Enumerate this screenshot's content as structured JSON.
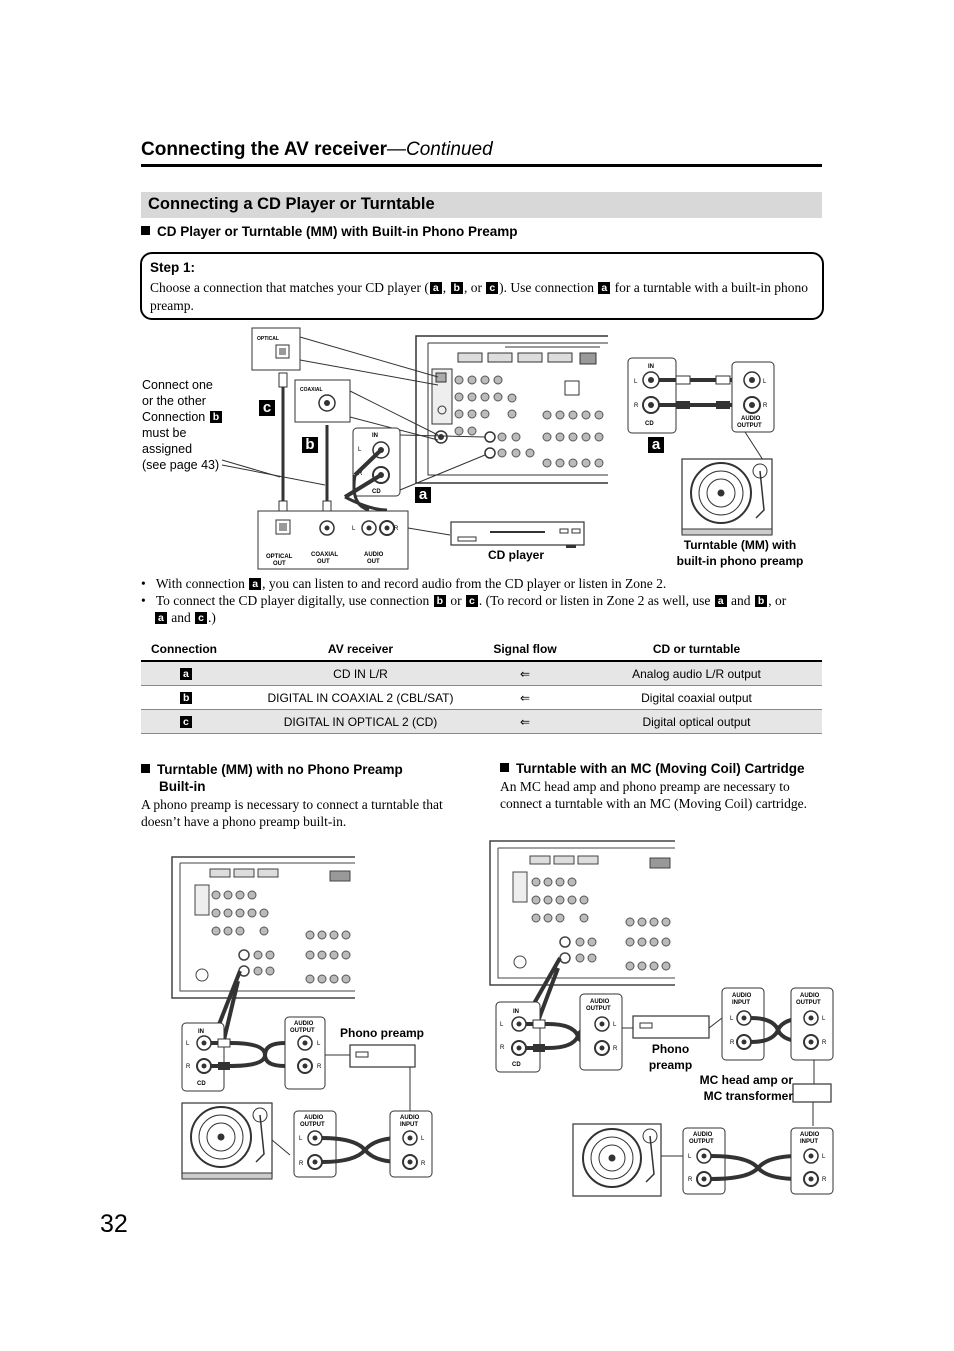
{
  "page": {
    "header_title": "Connecting the AV receiver",
    "header_continued": "—Continued",
    "section_title": "Connecting a CD Player or Turntable",
    "page_number": "32"
  },
  "sub1": {
    "title": "CD Player or Turntable (MM) with Built-in Phono Preamp"
  },
  "step": {
    "title": "Step 1:",
    "t1": "Choose a connection that matches your CD player (",
    "t2": ", ",
    "t3": ", or ",
    "t4": "). Use connection ",
    "t5": " for a turntable with a built-in phono preamp."
  },
  "letters": {
    "a": "a",
    "b": "b",
    "c": "c"
  },
  "diagram1": {
    "note_lines": [
      "Connect one",
      "or the other",
      "Connection",
      "must be",
      "assigned",
      "(see page 43)"
    ],
    "cd_player_label": "CD player",
    "turntable_label": [
      "Turntable (MM) with",
      "built-in phono preamp"
    ],
    "optical": "OPTICAL",
    "coaxial": "COAXIAL",
    "in": "IN",
    "cd": "CD",
    "audio_output": [
      "AUDIO",
      "OUTPUT"
    ],
    "optical_out": [
      "OPTICAL",
      "OUT"
    ],
    "coaxial_out": [
      "COAXIAL",
      "OUT"
    ],
    "audio_out": [
      "AUDIO",
      "OUT"
    ],
    "l": "L",
    "r": "R"
  },
  "bullets": {
    "b1_a": "With connection ",
    "b1_b": ", you can listen to and record audio from the CD player or listen in Zone 2.",
    "b2_a": "To connect the CD player digitally, use connection ",
    "b2_b": " or ",
    "b2_c": ". (To record or listen in Zone 2 as well, use ",
    "b2_d": " and ",
    "b2_e": ", or",
    "b3_a": " and ",
    "b3_b": ".)"
  },
  "table": {
    "headers": [
      "Connection",
      "AV receiver",
      "Signal flow",
      "CD or turntable"
    ],
    "rows": [
      {
        "letter": "a",
        "receiver": "CD IN L/R",
        "flow": "⇐",
        "device": "Analog audio L/R output"
      },
      {
        "letter": "b",
        "receiver": "DIGITAL IN COAXIAL 2 (CBL/SAT)",
        "flow": "⇐",
        "device": "Digital coaxial output"
      },
      {
        "letter": "c",
        "receiver": "DIGITAL IN OPTICAL 2 (CD)",
        "flow": "⇐",
        "device": "Digital optical output"
      }
    ]
  },
  "sub2": {
    "title1": "Turntable (MM) with no Phono Preamp",
    "title2": "Built-in",
    "body1": "A phono preamp is necessary to connect a turntable that",
    "body2": "doesn’t have a phono preamp built-in."
  },
  "sub3": {
    "title": "Turntable with an MC (Moving Coil) Cartridge",
    "body1": "An MC head amp and phono preamp are necessary to",
    "body2": "connect a turntable with an MC (Moving Coil) cartridge."
  },
  "diagram2": {
    "phono_preamp": "Phono preamp",
    "in": "IN",
    "cd": "CD",
    "audio_output": [
      "AUDIO",
      "OUTPUT"
    ],
    "audio_input": [
      "AUDIO",
      "INPUT"
    ],
    "l": "L",
    "r": "R"
  },
  "diagram3": {
    "phono_preamp": [
      "Phono",
      "preamp"
    ],
    "mc_head_amp": [
      "MC head amp or",
      "MC transformer"
    ],
    "in": "IN",
    "cd": "CD",
    "audio_output": [
      "AUDIO",
      "OUTPUT"
    ],
    "audio_input": [
      "AUDIO",
      "INPUT"
    ],
    "l": "L",
    "r": "R"
  }
}
